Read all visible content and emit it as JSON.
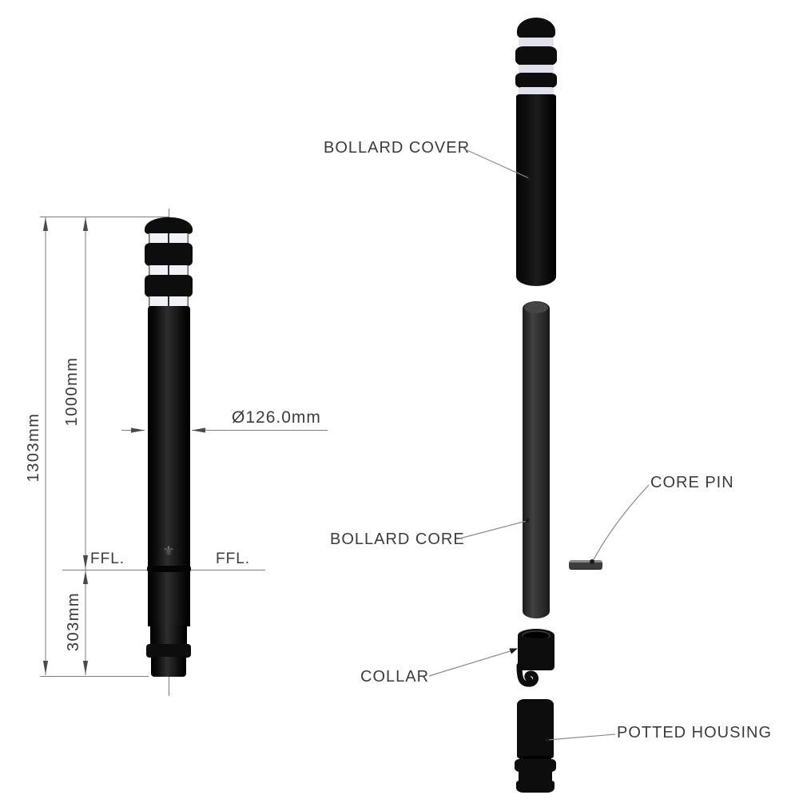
{
  "drawing": {
    "dimensions": {
      "total_height": "1303mm",
      "above_ground": "1000mm",
      "below_ground": "303mm",
      "diameter": "Ø126.0mm",
      "ffl_left": "FFL.",
      "ffl_right": "FFL."
    },
    "emblem_icon": "⚜"
  },
  "exploded": {
    "labels": {
      "cover": "BOLLARD COVER",
      "core": "BOLLARD CORE",
      "pin": "CORE PIN",
      "collar": "COLLAR",
      "housing": "POTTED HOUSING"
    }
  },
  "colors": {
    "line_gray": "#7d7d7d",
    "text_gray": "#3c3c3c",
    "bollard_black": "#0d0d0d",
    "core_gray": "#2e2e2e",
    "reflective_band": "#f1f2f7"
  }
}
